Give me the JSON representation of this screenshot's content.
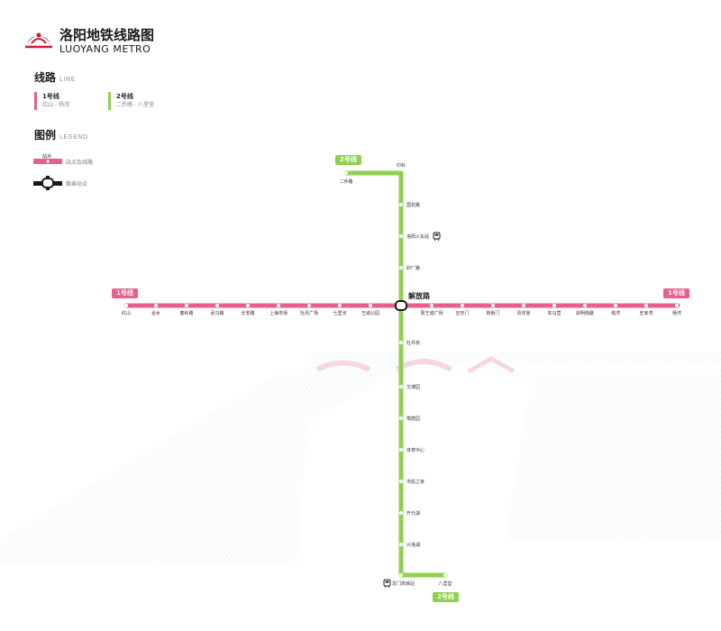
{
  "header": {
    "title": "洛阳地铁线路图",
    "subtitle": "LUOYANG METRO"
  },
  "lines_section": {
    "title": "线路",
    "title_en": "LINE",
    "lines": [
      {
        "name": "1号线",
        "range": "红山 - 杨湾",
        "color": "#e8608a"
      },
      {
        "name": "2号线",
        "range": "二乔路 - 八里堂",
        "color": "#8fd14f"
      }
    ]
  },
  "legend_section": {
    "title": "图例",
    "title_en": "LEGEND",
    "station_word": "站点",
    "items": [
      {
        "label": "站点及线路"
      },
      {
        "label": "换乘站点"
      }
    ]
  },
  "map": {
    "line1_badge": "1号线",
    "line2_badge": "2号线",
    "transfer_station": "解放路",
    "line1_stations": [
      "红山",
      "谷水",
      "秦岭路",
      "武汉路",
      "长安路",
      "上海市场",
      "牡丹广场",
      "七里河",
      "王城公园",
      "周王城广场",
      "应天门",
      "新街门",
      "青年宫",
      "夹马营",
      "启明南路",
      "塔湾",
      "史家湾",
      "杨湾"
    ],
    "line2_stations_north": [
      "印岭",
      "二乔路",
      "国花路",
      "洛阳火车站",
      "砂厂路"
    ],
    "line2_stations_south": [
      "牡丹桥",
      "文博园",
      "隋唐园",
      "体育中心",
      "市民之家",
      "开元湖",
      "兴洛湖",
      "龙门高铁站",
      "八里堂"
    ]
  },
  "colors": {
    "line1": "#e8608a",
    "line2": "#8fd14f",
    "logo": "#c8202e",
    "watermark": "#d7eef5"
  },
  "icons": [
    "logo-peony-icon",
    "train-station-icon"
  ]
}
